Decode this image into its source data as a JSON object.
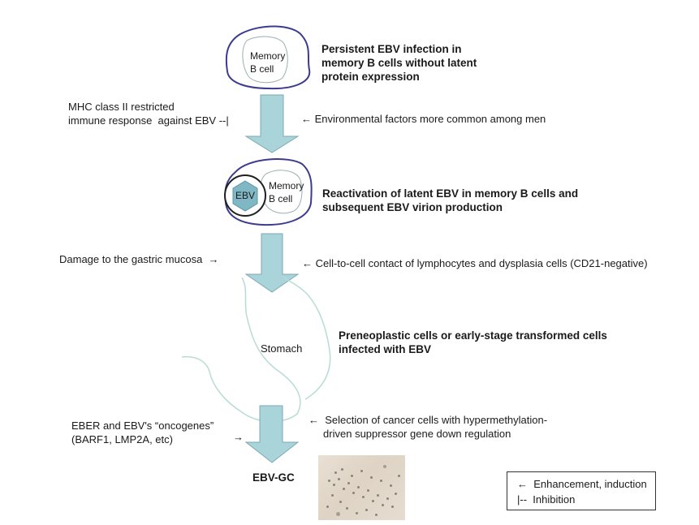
{
  "cells": {
    "memory_b_cell_1": "Memory\nB cell",
    "memory_b_cell_2": "Memory\nB cell",
    "ebv": "EBV",
    "stomach": "Stomach",
    "ebv_gc": "EBV-GC"
  },
  "stages": {
    "persistent": "Persistent EBV infection in\nmemory B cells without latent\nprotein expression",
    "reactivation": "Reactivation of latent EBV in memory B cells and\nsubsequent EBV virion production",
    "preneoplastic": "Preneoplastic cells or early-stage transformed cells\ninfected with EBV"
  },
  "factors": {
    "mhc": "MHC class II restricted\nimmune response  against EBV --|",
    "environmental": "← Environmental factors more common among men",
    "damage": "Damage to the gastric mucosa  →",
    "contact": "← Cell-to-cell contact of lymphocytes and dysplasia cells (CD21-negative)",
    "eber": "EBER and EBV's “oncogenes”\n(BARF1, LMP2A, etc)",
    "eber_arrow": "→",
    "selection": "←  Selection of cancer cells with hypermethylation-\n     driven suppressor gene down regulation"
  },
  "legend": {
    "enhancement": "←  Enhancement, induction",
    "inhibition": "|--  Inhibition"
  },
  "colors": {
    "cell_outline": "#3b3b8f",
    "inner_outline": "#9ab0b0",
    "arrow_fill": "#a8d4da",
    "arrow_stroke": "#7fa9b0",
    "ebv_fill": "#7fb8c4",
    "stomach_outline": "#b7dcd6"
  }
}
